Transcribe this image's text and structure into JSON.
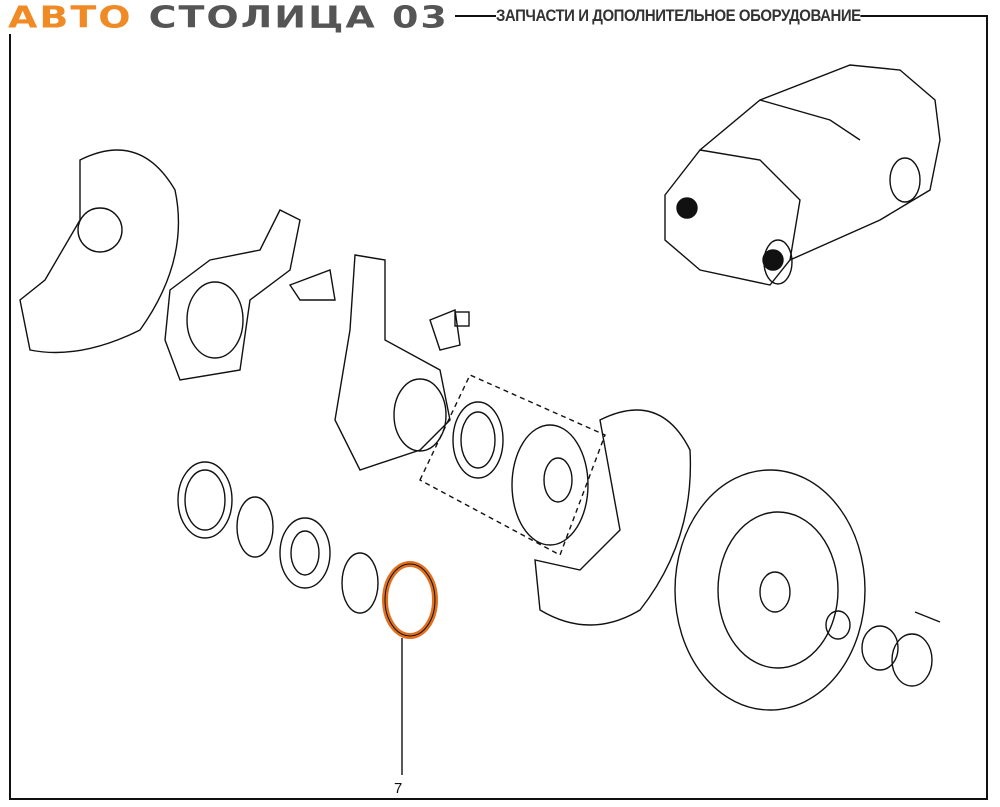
{
  "header": {
    "logo_part1": "АВТО",
    "logo_part2": "СТОЛИЦА 03",
    "tagline": "ЗАПЧАСТИ И ДОПОЛНИТЕЛЬНОЕ ОБОРУДОВАНИЕ"
  },
  "diagram": {
    "callouts": [
      {
        "label": "7",
        "highlight_color": "#e07020"
      }
    ]
  }
}
